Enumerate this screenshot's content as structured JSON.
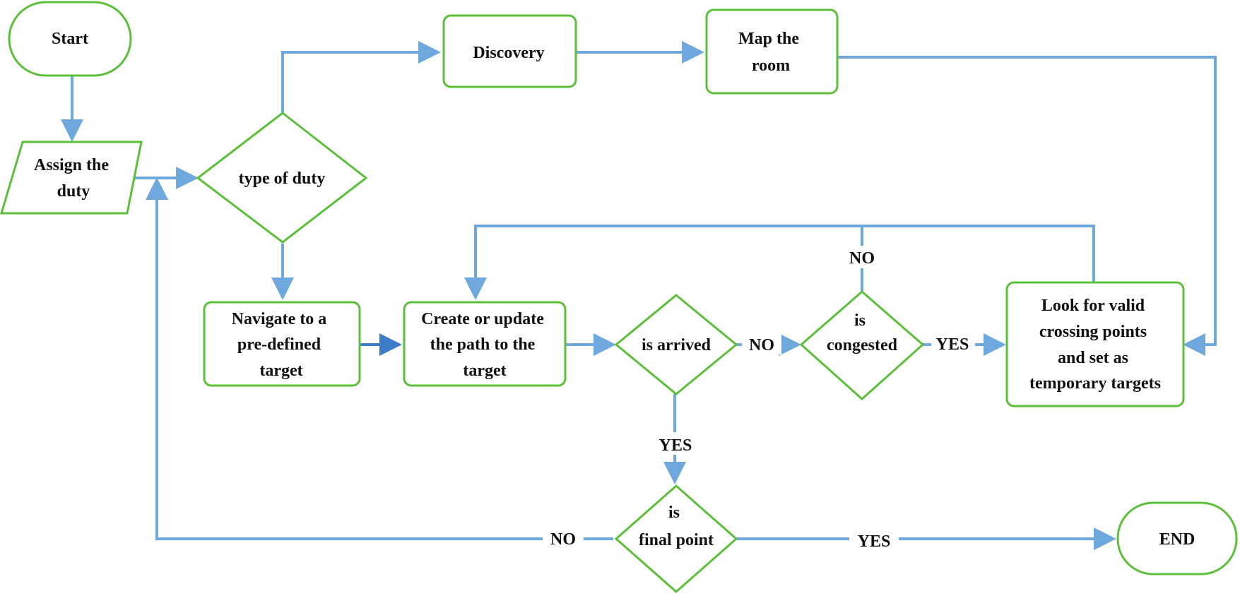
{
  "colors": {
    "node_border": "#5cbf3a",
    "edge": "#6fa8dc",
    "edge_dark": "#3d7cc9",
    "text": "#111111"
  },
  "nodes": {
    "start": [
      "Start"
    ],
    "assign_duty": [
      "Assign the",
      "duty"
    ],
    "type_of_duty": [
      "type of duty"
    ],
    "discovery": [
      "Discovery"
    ],
    "map_room": [
      "Map the",
      "room"
    ],
    "navigate": [
      "Navigate to a",
      "pre-defined",
      "target"
    ],
    "create_path": [
      "Create or update",
      "the path to the",
      "target"
    ],
    "is_arrived": [
      "is arrived"
    ],
    "is_congested": [
      "is",
      "congested"
    ],
    "look_crossing": [
      "Look for valid",
      "crossing points",
      "and set as",
      "temporary targets"
    ],
    "is_final_point": [
      "is",
      "final point"
    ],
    "end": [
      "END"
    ]
  },
  "edge_labels": {
    "arrived_no": "NO",
    "congested_no": "NO",
    "congested_yes": "YES",
    "arrived_yes": "YES",
    "final_no": "NO",
    "final_yes": "YES"
  }
}
